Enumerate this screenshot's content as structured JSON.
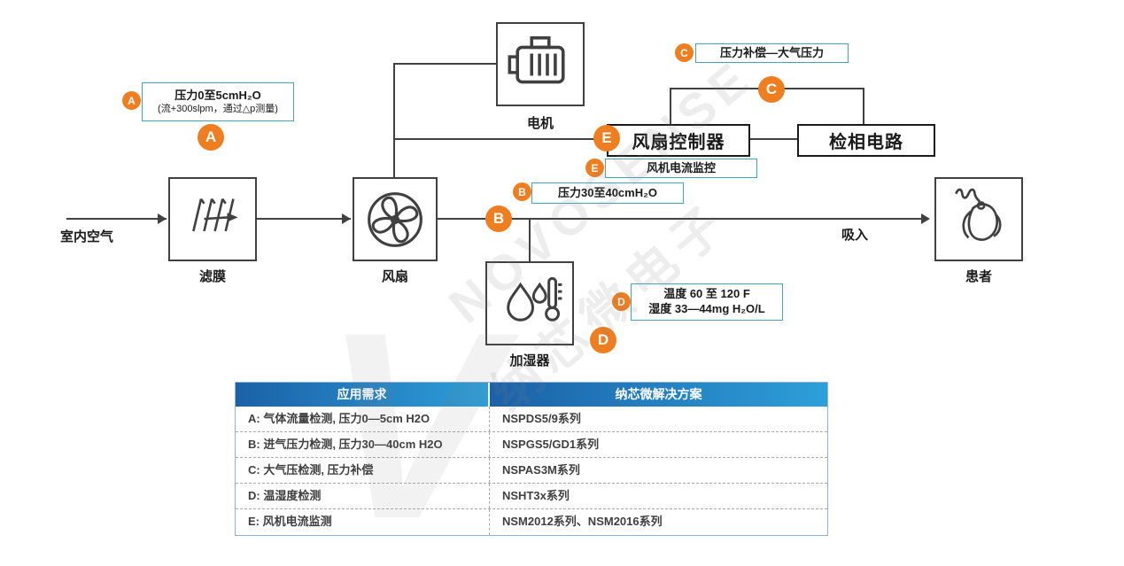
{
  "diagram": {
    "room_air_label": "室内空气",
    "inhale_label": "吸入",
    "components": {
      "filter": "滤膜",
      "fan": "风扇",
      "motor": "电机",
      "humidifier": "加湿器",
      "patient": "患者",
      "fan_controller": "风扇控制器",
      "phase_detect": "检相电路"
    },
    "badges": {
      "a": "A",
      "b": "B",
      "c": "C",
      "d": "D",
      "e": "E"
    },
    "callouts": {
      "a": {
        "letter": "A",
        "line1": "压力0至5cmH₂O",
        "line2": "(流+300slpm，通过△p测量)"
      },
      "b": {
        "letter": "B",
        "line1": "压力30至40cmH₂O"
      },
      "c": {
        "letter": "C",
        "line1": "压力补偿—大气压力"
      },
      "d": {
        "letter": "D",
        "line1": "温度 60 至 120 F",
        "line2": "湿度 33—44mg H₂O/L"
      },
      "e": {
        "letter": "E",
        "line1": "风机电流监控"
      }
    }
  },
  "table": {
    "headers": [
      "应用需求",
      "纳芯微解决方案"
    ],
    "rows": [
      {
        "req": "A: 气体流量检测, 压力0—5cm H2O",
        "sol": "NSPDS5/9系列"
      },
      {
        "req": "B: 进气压力检测, 压力30—40cm H2O",
        "sol": "NSPGS5/GD1系列"
      },
      {
        "req": "C: 大气压检测, 压力补偿",
        "sol": "NSPAS3M系列"
      },
      {
        "req": "D: 温湿度检测",
        "sol": "NSHT3x系列"
      },
      {
        "req": "E: 风机电流监测",
        "sol": "NSM2012系列、NSM2016系列"
      }
    ]
  },
  "watermark": {
    "brand": "NOVOSENSE",
    "brand_cn": "纳芯微电子",
    "logo": "V"
  },
  "colors": {
    "badge_orange": "#EE7E20",
    "callout_border": "#3FA8B8",
    "line": "#404040",
    "table_header_start": "#1B61A8",
    "table_header_end": "#2D9FD8"
  }
}
